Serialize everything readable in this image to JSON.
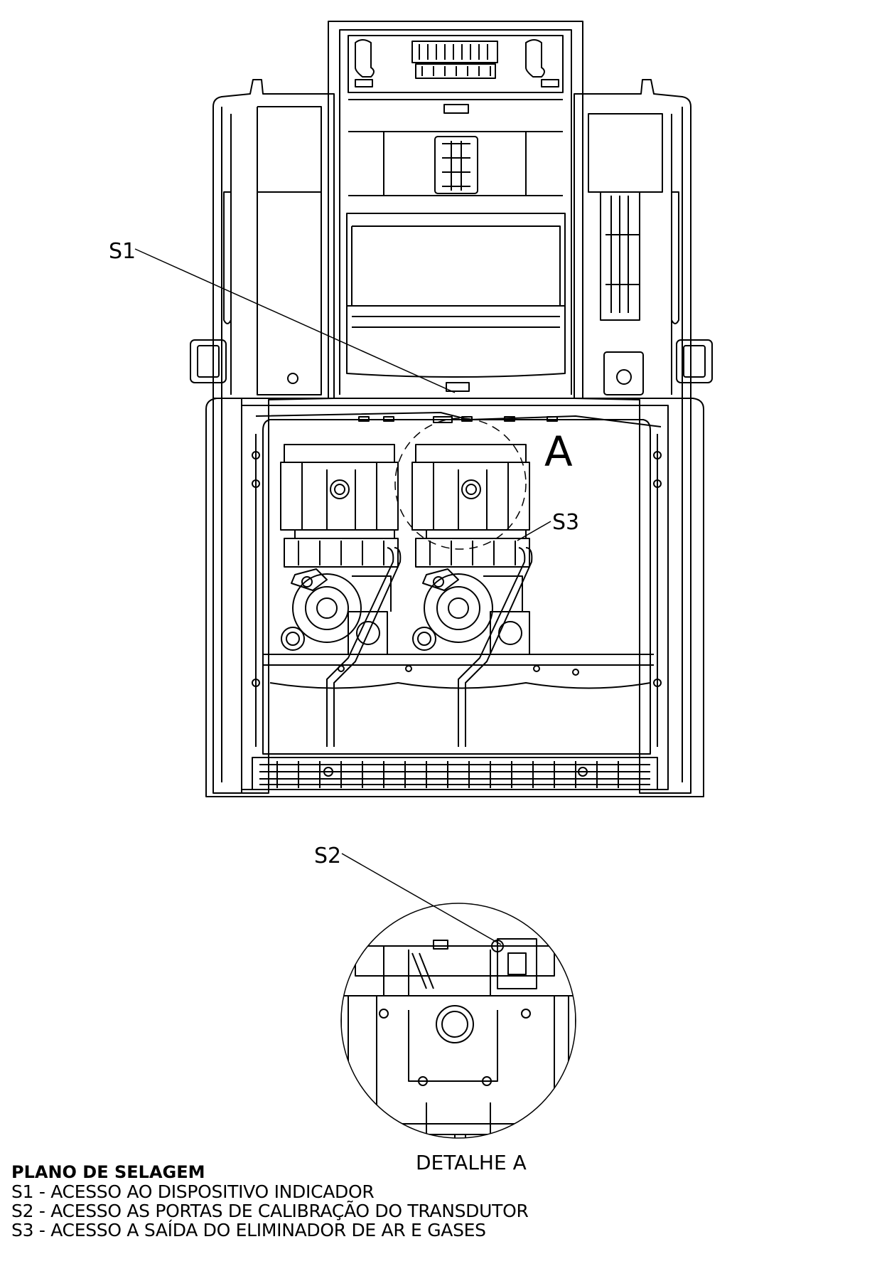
{
  "callouts": {
    "s1": "S1",
    "s2": "S2",
    "s3": "S3",
    "detail_marker": "A"
  },
  "detail_caption": "DETALHE A",
  "legend": {
    "title": "PLANO DE SELAGEM",
    "items": [
      "S1 - ACESSO AO DISPOSITIVO INDICADOR",
      "S2 - ACESSO AS PORTAS DE CALIBRAÇÃO DO TRANSDUTOR",
      "S3 - ACESSO A SAÍDA DO ELIMINADOR DE AR E GASES"
    ]
  }
}
